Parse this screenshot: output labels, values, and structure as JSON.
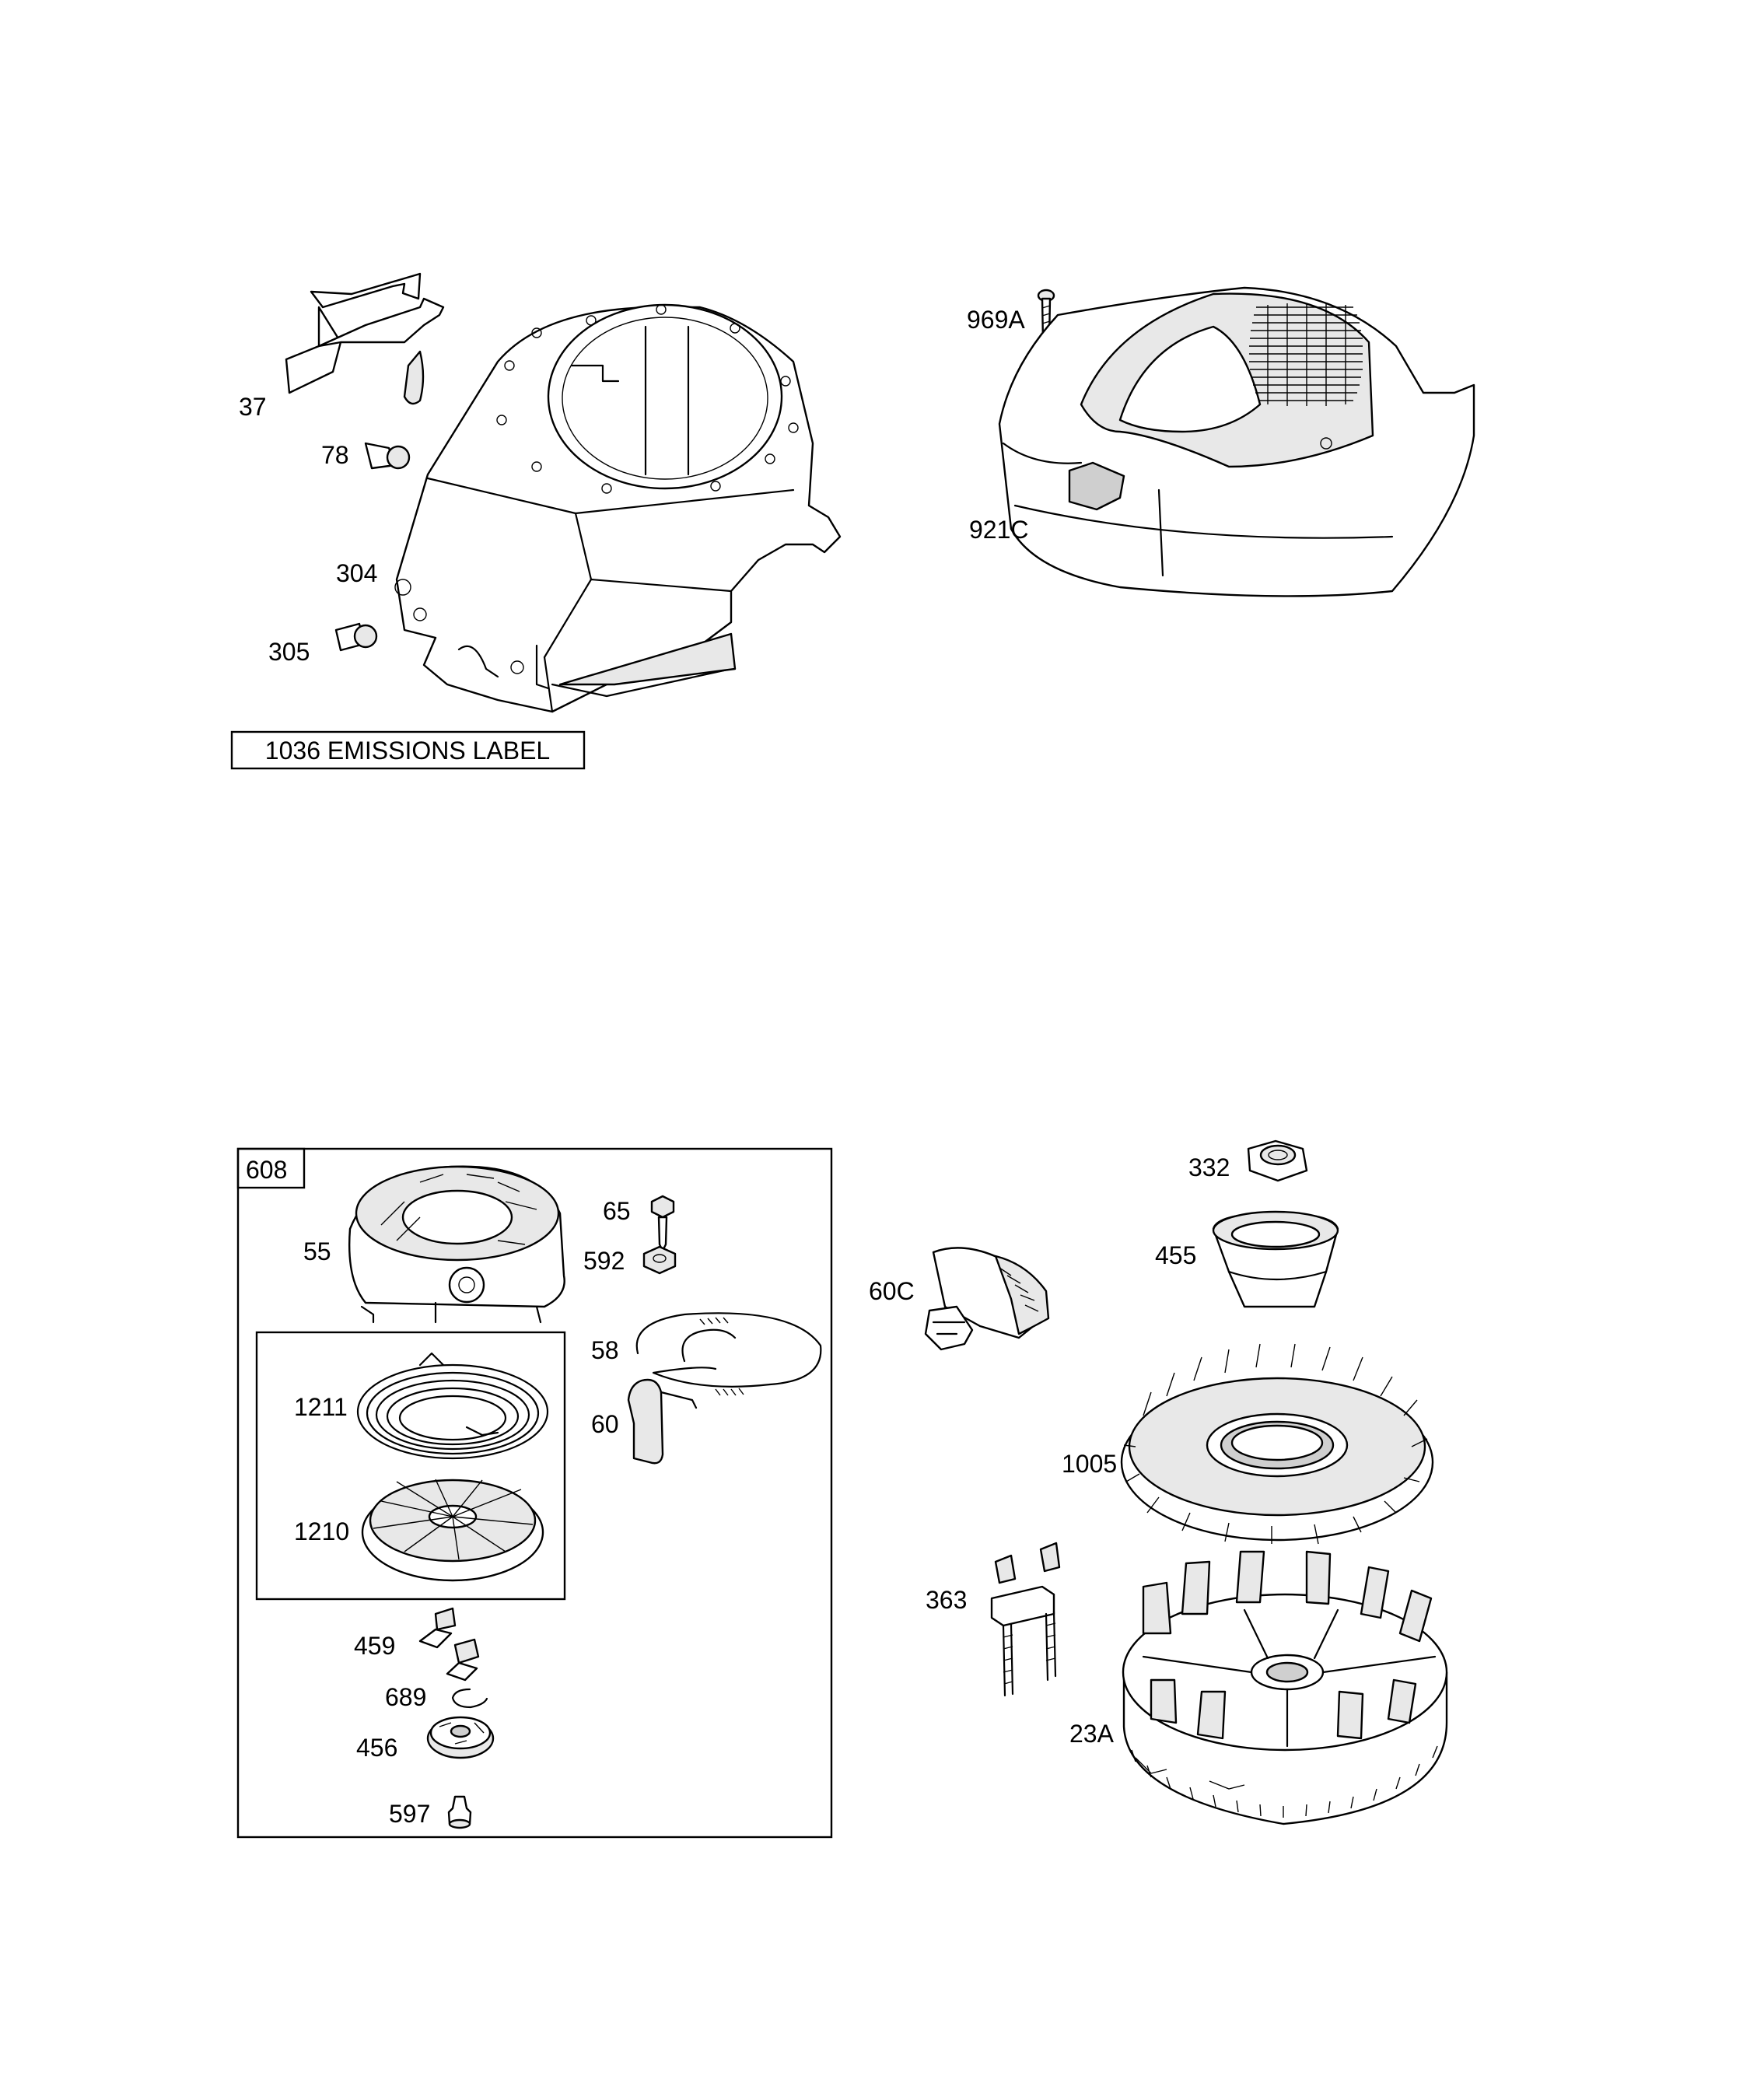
{
  "callouts": {
    "p37": "37",
    "p78": "78",
    "p304": "304",
    "p305": "305",
    "p969a": "969A",
    "p921c": "921C",
    "p608": "608",
    "p55": "55",
    "p65": "65",
    "p592": "592",
    "p58": "58",
    "p60": "60",
    "p1211": "1211",
    "p1210": "1210",
    "p459": "459",
    "p689": "689",
    "p456": "456",
    "p597": "597",
    "p60c": "60C",
    "p332": "332",
    "p455": "455",
    "p1005": "1005",
    "p363": "363",
    "p23a": "23A"
  },
  "emissions_label": "1036 EMISSIONS LABEL"
}
